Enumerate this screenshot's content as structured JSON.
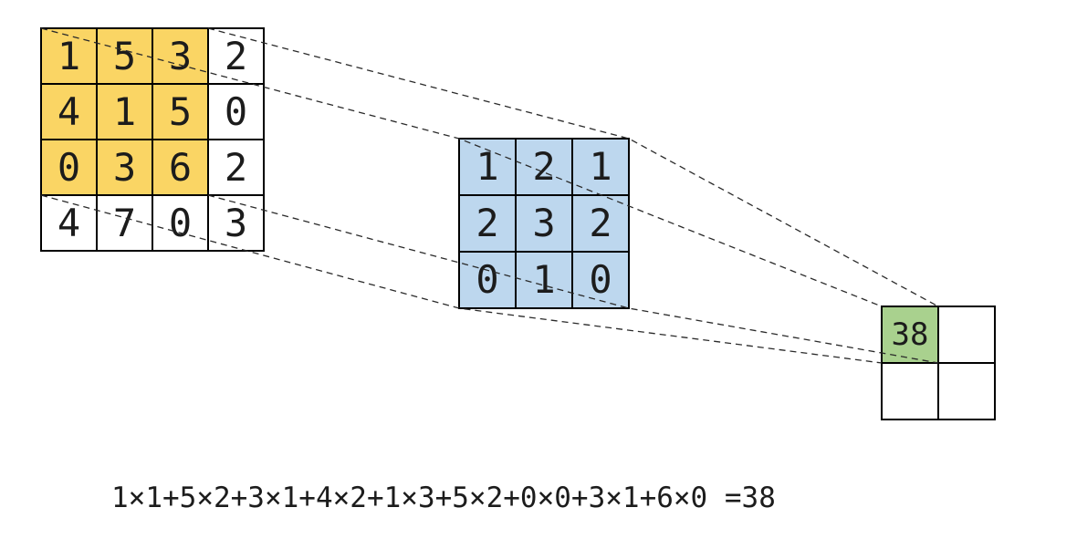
{
  "input_matrix": {
    "values": [
      [
        "1",
        "5",
        "3",
        "2"
      ],
      [
        "4",
        "1",
        "5",
        "0"
      ],
      [
        "0",
        "3",
        "6",
        "2"
      ],
      [
        "4",
        "7",
        "0",
        "3"
      ]
    ],
    "highlight": {
      "rows": 3,
      "cols": 3
    }
  },
  "kernel": {
    "values": [
      [
        "1",
        "2",
        "1"
      ],
      [
        "2",
        "3",
        "2"
      ],
      [
        "0",
        "1",
        "0"
      ]
    ]
  },
  "output": {
    "values": [
      [
        "38",
        ""
      ],
      [
        "",
        ""
      ]
    ]
  },
  "formula": {
    "text": "1×1+5×2+3×1+4×2+1×3+5×2+0×0+3×1+6×0 =38"
  },
  "colors": {
    "input_highlight": "#FAD564",
    "kernel_fill": "#BDD7EE",
    "output_highlight": "#A9D18E",
    "line_stroke": "#2a2a2a"
  }
}
